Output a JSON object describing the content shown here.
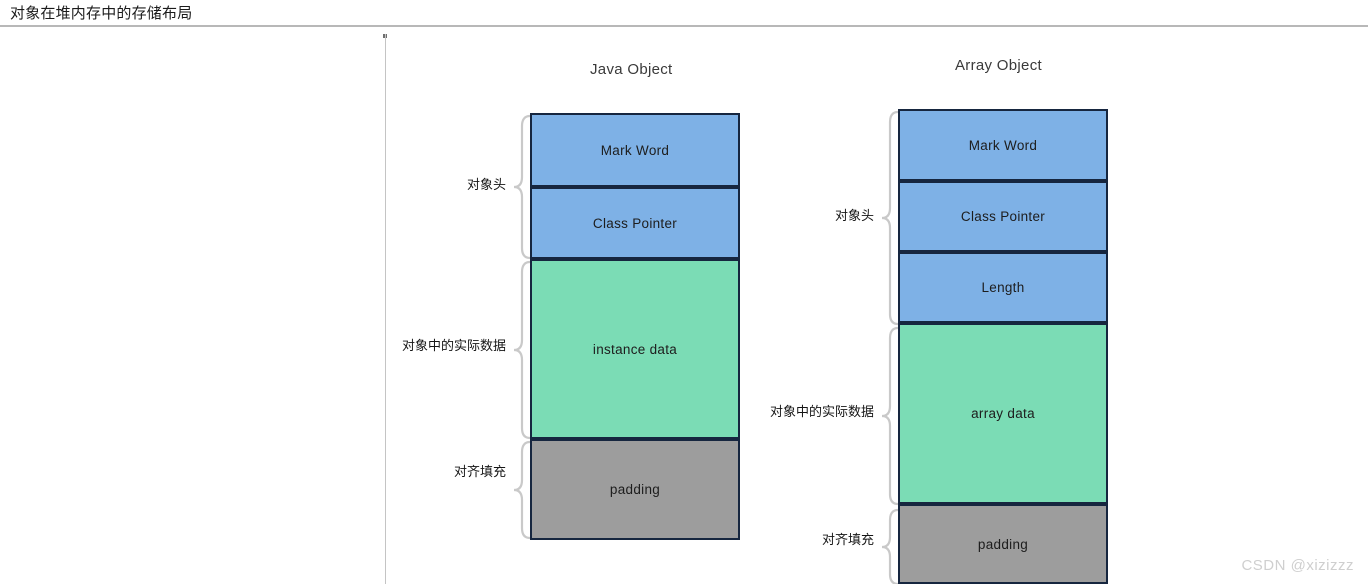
{
  "header": {
    "title": "对象在堆内存中的存储布局"
  },
  "watermark": "CSDN @xizizzz",
  "colors": {
    "header_block": "#7eb1e6",
    "data_block": "#7bdcb5",
    "padding_block": "#9d9d9d",
    "block_border": "#16263f",
    "brace": "#c9c9c9",
    "rule": "#c4c4c4"
  },
  "diagrams": [
    {
      "id": "java-object",
      "title": "Java Object",
      "segments": [
        {
          "label": "Mark Word",
          "kind": "header"
        },
        {
          "label": "Class Pointer",
          "kind": "header"
        },
        {
          "label": "instance data",
          "kind": "data"
        },
        {
          "label": "padding",
          "kind": "padding"
        }
      ],
      "groups": [
        {
          "label": "对象头",
          "covers": [
            "Mark Word",
            "Class Pointer"
          ]
        },
        {
          "label": "对象中的实际数据",
          "covers": [
            "instance data"
          ]
        },
        {
          "label": "对齐填充",
          "covers": [
            "padding"
          ]
        }
      ]
    },
    {
      "id": "array-object",
      "title": "Array Object",
      "segments": [
        {
          "label": "Mark Word",
          "kind": "header"
        },
        {
          "label": "Class Pointer",
          "kind": "header"
        },
        {
          "label": "Length",
          "kind": "header"
        },
        {
          "label": "array data",
          "kind": "data"
        },
        {
          "label": "padding",
          "kind": "padding"
        }
      ],
      "groups": [
        {
          "label": "对象头",
          "covers": [
            "Mark Word",
            "Class Pointer",
            "Length"
          ]
        },
        {
          "label": "对象中的实际数据",
          "covers": [
            "array data"
          ]
        },
        {
          "label": "对齐填充",
          "covers": [
            "padding"
          ]
        }
      ]
    }
  ]
}
